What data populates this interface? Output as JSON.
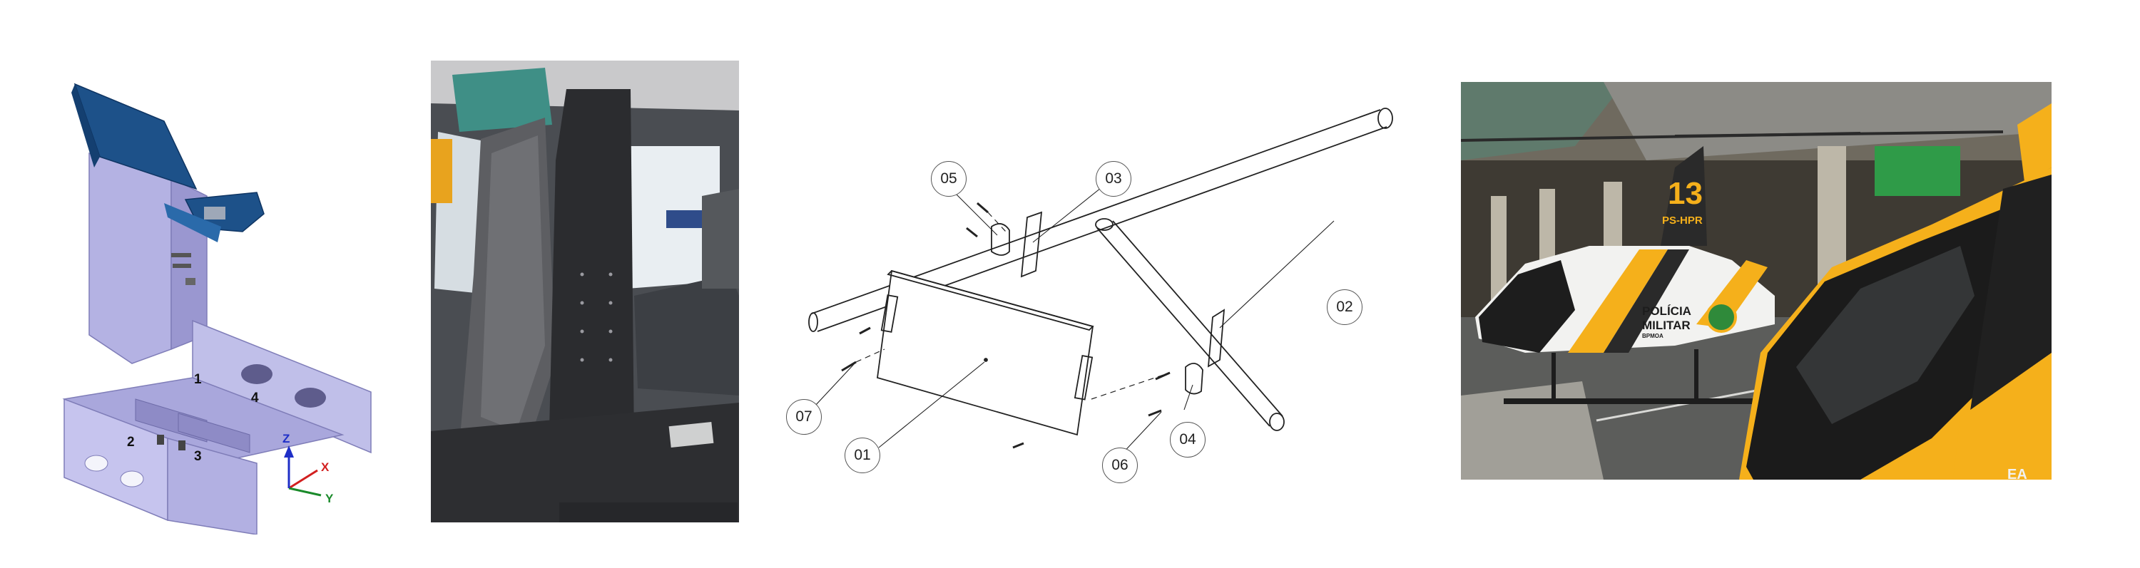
{
  "cad_model": {
    "part_labels": [
      "1",
      "2",
      "3",
      "4"
    ],
    "axes": {
      "x": "X",
      "y": "Y",
      "z": "Z"
    }
  },
  "cabin_photo": {},
  "exploded_drawing": {
    "callouts": [
      "01",
      "02",
      "03",
      "04",
      "05",
      "06",
      "07"
    ]
  },
  "helicopter_photo": {
    "tail_number": "13",
    "registration": "PS-HPR",
    "door_text_line1": "POLÍCIA",
    "door_text_line2": "MILITAR",
    "door_text_line3": "BPMOA",
    "nose_text": "EA"
  },
  "colors": {
    "cad_blue": "#1d5189",
    "cad_lavender": "#b8b6e6",
    "heli_yellow": "#f5b01b",
    "heli_white": "#f2f2f0"
  }
}
